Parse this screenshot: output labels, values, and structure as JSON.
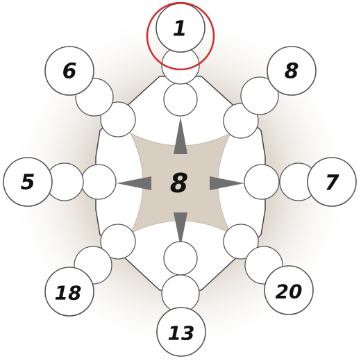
{
  "puzzle": {
    "center_value": "8",
    "outer_numbers": [
      {
        "id": "top",
        "value": "1",
        "highlighted": true
      },
      {
        "id": "top-right",
        "value": "8",
        "highlighted": false
      },
      {
        "id": "right",
        "value": "7",
        "highlighted": false
      },
      {
        "id": "bottom-right",
        "value": "20",
        "highlighted": false
      },
      {
        "id": "bottom",
        "value": "13",
        "highlighted": false
      },
      {
        "id": "bottom-left",
        "value": "18",
        "highlighted": false
      },
      {
        "id": "left",
        "value": "5",
        "highlighted": false
      },
      {
        "id": "top-left",
        "value": "6",
        "highlighted": false
      }
    ],
    "colors": {
      "background_glow": "#b9ab98",
      "octagon_fill": "#ffffff",
      "center_star": "#d8cfc2",
      "spikes": "#707070",
      "highlight_ring": "#d42a2a",
      "ball_stroke": "#555555"
    }
  }
}
